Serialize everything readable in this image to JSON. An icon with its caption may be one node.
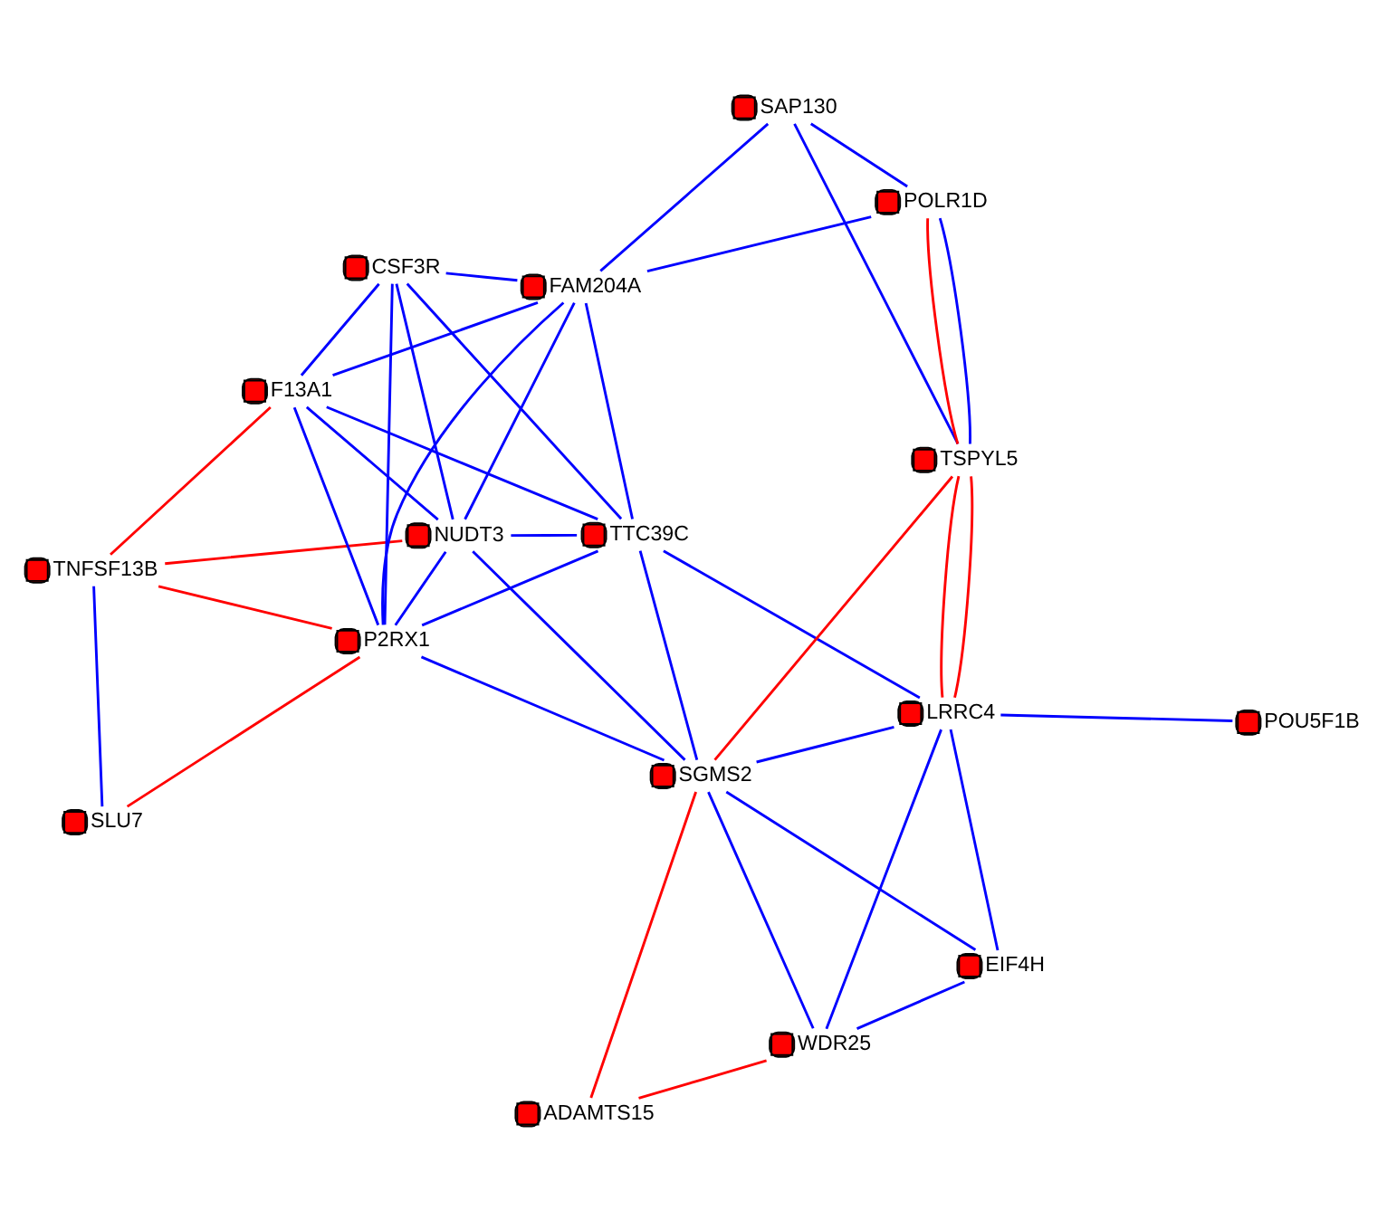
{
  "diagram": {
    "nodes": [
      {
        "text": [],
        "shape": "circle",
        "beside": [
          "SLU7"
        ]
      },
      {
        "text": [],
        "shape": "circle",
        "beside": [
          "TNFSF13B"
        ]
      },
      {
        "text": [],
        "shape": "circle",
        "beside": [
          "F13A1"
        ]
      },
      {
        "text": [],
        "shape": "circle",
        "beside": [
          "P2RX1"
        ]
      },
      {
        "text": [],
        "shape": "circle",
        "beside": [
          "CSF3R"
        ]
      },
      {
        "text": [],
        "shape": "circle",
        "beside": [
          "NUDT3"
        ]
      },
      {
        "text": [],
        "shape": "circle",
        "beside": [
          "FAM204A"
        ]
      },
      {
        "text": [],
        "shape": "circle",
        "beside": [
          "TTC39C"
        ]
      },
      {
        "text": [],
        "shape": "circle",
        "beside": [
          "ADAMTS15"
        ]
      },
      {
        "text": [],
        "shape": "circle",
        "beside": [
          "SGMS2"
        ]
      },
      {
        "text": [],
        "shape": "circle",
        "beside": [
          "WDR25"
        ]
      },
      {
        "text": [],
        "shape": "circle",
        "beside": [
          "SAP130"
        ]
      },
      {
        "text": [],
        "shape": "circle",
        "beside": [
          "POLR1D"
        ]
      },
      {
        "text": [],
        "shape": "circle",
        "beside": [
          "LRRC4"
        ]
      },
      {
        "text": [],
        "shape": "circle",
        "beside": [
          "TSPYL5"
        ]
      },
      {
        "text": [],
        "shape": "circle",
        "beside": [
          "EIF4H"
        ]
      },
      {
        "text": [],
        "shape": "circle",
        "beside": [
          "POU5F1B"
        ]
      }
    ],
    "edges": [
      {
        "from": 1,
        "to": 0,
        "arrow": "none"
      },
      {
        "from": 1,
        "to": 2,
        "arrow": "none",
        "color": "#ff0000"
      },
      {
        "from": 1,
        "to": 5,
        "arrow": "none",
        "color": "#ff0000"
      },
      {
        "from": 1,
        "to": 3,
        "arrow": "none",
        "color": "#ff0000"
      },
      {
        "from": 0,
        "to": 3,
        "arrow": "none",
        "color": "#ff0000"
      },
      {
        "from": 4,
        "to": 2,
        "arrow": "none"
      },
      {
        "from": 4,
        "to": 3,
        "arrow": "none"
      },
      {
        "from": 4,
        "to": 5,
        "arrow": "none"
      },
      {
        "from": 4,
        "to": 6,
        "arrow": "none"
      },
      {
        "from": 4,
        "to": 7,
        "arrow": "none"
      },
      {
        "from": 2,
        "to": 3,
        "arrow": "none"
      },
      {
        "from": 2,
        "to": 6,
        "arrow": "none"
      },
      {
        "from": 2,
        "to": 5,
        "arrow": "none"
      },
      {
        "from": 2,
        "to": 7,
        "arrow": "none"
      },
      {
        "from": 3,
        "to": 5,
        "arrow": "none"
      },
      {
        "from": 3,
        "to": 6,
        "arrow": "none"
      },
      {
        "from": 3,
        "to": 7,
        "arrow": "none"
      },
      {
        "from": 3,
        "to": 9,
        "arrow": "none"
      },
      {
        "from": 5,
        "to": 6,
        "arrow": "none"
      },
      {
        "from": 5,
        "to": 7,
        "arrow": "none"
      },
      {
        "from": 5,
        "to": 9,
        "arrow": "none"
      },
      {
        "from": 6,
        "to": 7,
        "arrow": "none"
      },
      {
        "from": 6,
        "to": 11,
        "arrow": "none"
      },
      {
        "from": 6,
        "to": 12,
        "arrow": "none"
      },
      {
        "from": 7,
        "to": 9,
        "arrow": "none"
      },
      {
        "from": 7,
        "to": 13,
        "arrow": "none"
      },
      {
        "from": 9,
        "to": 8,
        "arrow": "none",
        "color": "#ff0000"
      },
      {
        "from": 8,
        "to": 10,
        "arrow": "none",
        "color": "#ff0000"
      },
      {
        "from": 9,
        "to": 14,
        "arrow": "none",
        "color": "#ff0000"
      },
      {
        "from": 9,
        "to": 13,
        "arrow": "none"
      },
      {
        "from": 9,
        "to": 10,
        "arrow": "none"
      },
      {
        "from": 9,
        "to": 15,
        "arrow": "none"
      },
      {
        "from": 11,
        "to": 12,
        "arrow": "none"
      },
      {
        "from": 11,
        "to": 14,
        "arrow": "none"
      },
      {
        "from": 12,
        "to": 14,
        "arrow": "none"
      },
      {
        "from": 12,
        "to": 14,
        "arrow": "none",
        "color": "#ff0000"
      },
      {
        "from": 14,
        "to": 13,
        "arrow": "none",
        "color": "#ff0000"
      },
      {
        "from": 14,
        "to": 13,
        "arrow": "none",
        "color": "#ff0000"
      },
      {
        "from": 13,
        "to": 10,
        "arrow": "none"
      },
      {
        "from": 13,
        "to": 15,
        "arrow": "none"
      },
      {
        "from": 13,
        "to": 16,
        "arrow": "none"
      },
      {
        "from": 10,
        "to": 15,
        "arrow": "none"
      }
    ]
  }
}
